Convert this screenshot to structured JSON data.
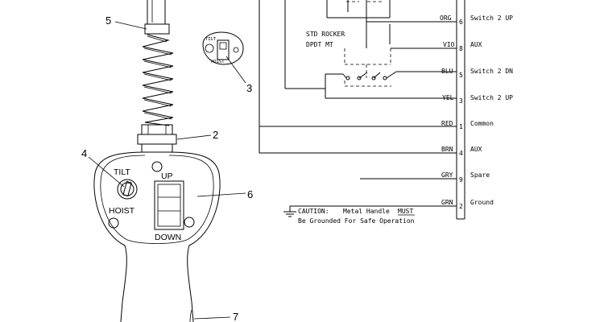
{
  "callouts": {
    "c2": "2",
    "c3": "3",
    "c4": "4",
    "c5": "5",
    "c6": "6",
    "c7": "7"
  },
  "pendant": {
    "tilt": "TILT",
    "hoist": "HOIST",
    "up": "UP",
    "down": "DOWN"
  },
  "switch_icon": {
    "top": "TILT",
    "bottom": "HOIST"
  },
  "schematic": {
    "rocker_line1": "STD ROCKER",
    "rocker_line2": "DPDT MT",
    "caution_label": "CAUTION:",
    "caution_mid": "Metal Handle",
    "caution_must": "MUST",
    "caution_line2": "Be Grounded For Safe Operation"
  },
  "wires": [
    {
      "color": "ORG",
      "pin": "6",
      "function": "Switch 2 UP"
    },
    {
      "color": "VIO",
      "pin": "8",
      "function": "AUX"
    },
    {
      "color": "BLU",
      "pin": "5",
      "function": "Switch 2 DN"
    },
    {
      "color": "YEL",
      "pin": "3",
      "function": "Switch 2 UP"
    },
    {
      "color": "RED",
      "pin": "1",
      "function": "Common"
    },
    {
      "color": "BRN",
      "pin": "4",
      "function": "AUX"
    },
    {
      "color": "GRY",
      "pin": "9",
      "function": "Spare"
    },
    {
      "color": "GRN",
      "pin": "2",
      "function": "Ground"
    }
  ]
}
